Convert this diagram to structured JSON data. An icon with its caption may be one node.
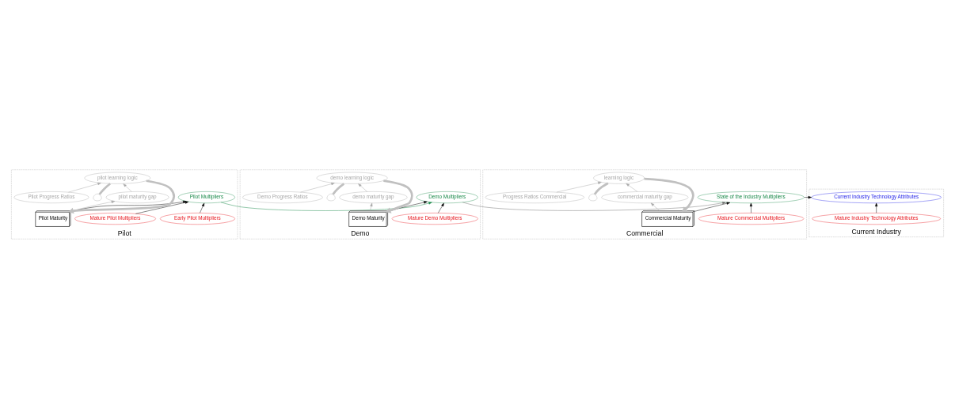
{
  "diagram": {
    "nodes": [
      {
        "text": [
          "Pilot"
        ]
      },
      {
        "text": [
          "Early Pilot Multipliers"
        ],
        "in": 0
      },
      {
        "text": [
          "Pilot Multipliers"
        ],
        "in": 0
      },
      {
        "text": [
          "Mature Pilot Multipliers"
        ],
        "in": 0
      },
      {
        "text": [
          "Pilot Maturity"
        ],
        "in": 0
      },
      {
        "text": [],
        "shape": "cloud",
        "in": 0
      },
      {
        "text": [
          "pilot learning logic"
        ],
        "in": 0
      },
      {
        "text": [
          "Pilot Progress Ratios"
        ],
        "in": 0
      },
      {
        "text": [
          "pilot maturity gap"
        ],
        "in": 0
      },
      {
        "text": [
          "Demo"
        ]
      },
      {
        "text": [
          "Demo Multipliers"
        ],
        "in": 9
      },
      {
        "text": [
          "Mature Demo Multipliers"
        ],
        "in": 9
      },
      {
        "text": [
          "Demo Maturity"
        ],
        "in": 9
      },
      {
        "text": [],
        "shape": "cloud",
        "in": 9
      },
      {
        "text": [
          "demo learning logic"
        ],
        "in": 9
      },
      {
        "text": [
          "Demo Progress Ratios"
        ],
        "in": 9
      },
      {
        "text": [
          "demo maturity gap"
        ],
        "in": 9
      },
      {
        "text": [
          "Commercial"
        ]
      },
      {
        "text": [
          "State of the Industry Multipliers"
        ],
        "in": 17
      },
      {
        "text": [
          "Mature Commercial Multipliers"
        ],
        "in": 17
      },
      {
        "text": [
          "Commercial Maturity"
        ],
        "in": 17
      },
      {
        "text": [],
        "shape": "cloud",
        "in": 17
      },
      {
        "text": [
          "learning logic"
        ],
        "in": 17
      },
      {
        "text": [
          "Progress Ratios Commercial"
        ],
        "in": 17
      },
      {
        "text": [
          "commercial maturity gap"
        ],
        "in": 17
      },
      {
        "text": [
          "Current Industry"
        ]
      },
      {
        "text": [
          "Current Industry Technology Attributes"
        ],
        "in": 25
      },
      {
        "text": [
          "Mature Industry Technology Attributes"
        ],
        "in": 25
      }
    ],
    "edges": [
      {
        "from": 1,
        "to": 2,
        "arrow": "to",
        "color": "#000000"
      },
      {
        "from": 3,
        "to": 2,
        "arrow": "to",
        "color": "#000000"
      },
      {
        "from": 4,
        "to": 2,
        "arrow": "to",
        "color": "#000000"
      },
      {
        "from": 2,
        "to": 10,
        "arrow": "to",
        "color": "#1a8a4a"
      },
      {
        "from": 5,
        "to": 6,
        "arrow": "none",
        "style": "thick",
        "color": "#c0c0c0"
      },
      {
        "from": 6,
        "to": 4,
        "arrow": "to",
        "style": "thick",
        "color": "#c0c0c0"
      },
      {
        "from": 7,
        "to": 6,
        "arrow": "to",
        "color": "#a8a8a8"
      },
      {
        "from": 4,
        "to": 8,
        "arrow": "to",
        "color": "#a8a8a8"
      },
      {
        "from": 8,
        "to": 6,
        "arrow": "to",
        "color": "#a8a8a8"
      },
      {
        "from": 11,
        "to": 10,
        "arrow": "to",
        "color": "#000000"
      },
      {
        "from": 12,
        "to": 10,
        "arrow": "to",
        "color": "#000000"
      },
      {
        "from": 10,
        "to": 18,
        "arrow": "to",
        "color": "#707070"
      },
      {
        "from": 13,
        "to": 14,
        "arrow": "none",
        "style": "thick",
        "color": "#c0c0c0"
      },
      {
        "from": 14,
        "to": 12,
        "arrow": "to",
        "style": "thick",
        "color": "#c0c0c0"
      },
      {
        "from": 15,
        "to": 14,
        "arrow": "to",
        "color": "#a8a8a8"
      },
      {
        "from": 12,
        "to": 16,
        "arrow": "to",
        "color": "#a8a8a8"
      },
      {
        "from": 16,
        "to": 14,
        "arrow": "to",
        "color": "#a8a8a8"
      },
      {
        "from": 19,
        "to": 18,
        "arrow": "to",
        "color": "#000000"
      },
      {
        "from": 20,
        "to": 18,
        "arrow": "to",
        "color": "#000000"
      },
      {
        "from": 18,
        "to": 26,
        "arrow": "to",
        "color": "#000000"
      },
      {
        "from": 21,
        "to": 22,
        "arrow": "none",
        "style": "thick",
        "color": "#c0c0c0"
      },
      {
        "from": 22,
        "to": 20,
        "arrow": "to",
        "style": "thick",
        "color": "#c0c0c0"
      },
      {
        "from": 23,
        "to": 22,
        "arrow": "to",
        "color": "#a8a8a8"
      },
      {
        "from": 20,
        "to": 24,
        "arrow": "to",
        "color": "#a8a8a8"
      },
      {
        "from": 24,
        "to": 22,
        "arrow": "to",
        "color": "#a8a8a8"
      },
      {
        "from": 27,
        "to": 26,
        "arrow": "to",
        "color": "#000000"
      }
    ]
  }
}
